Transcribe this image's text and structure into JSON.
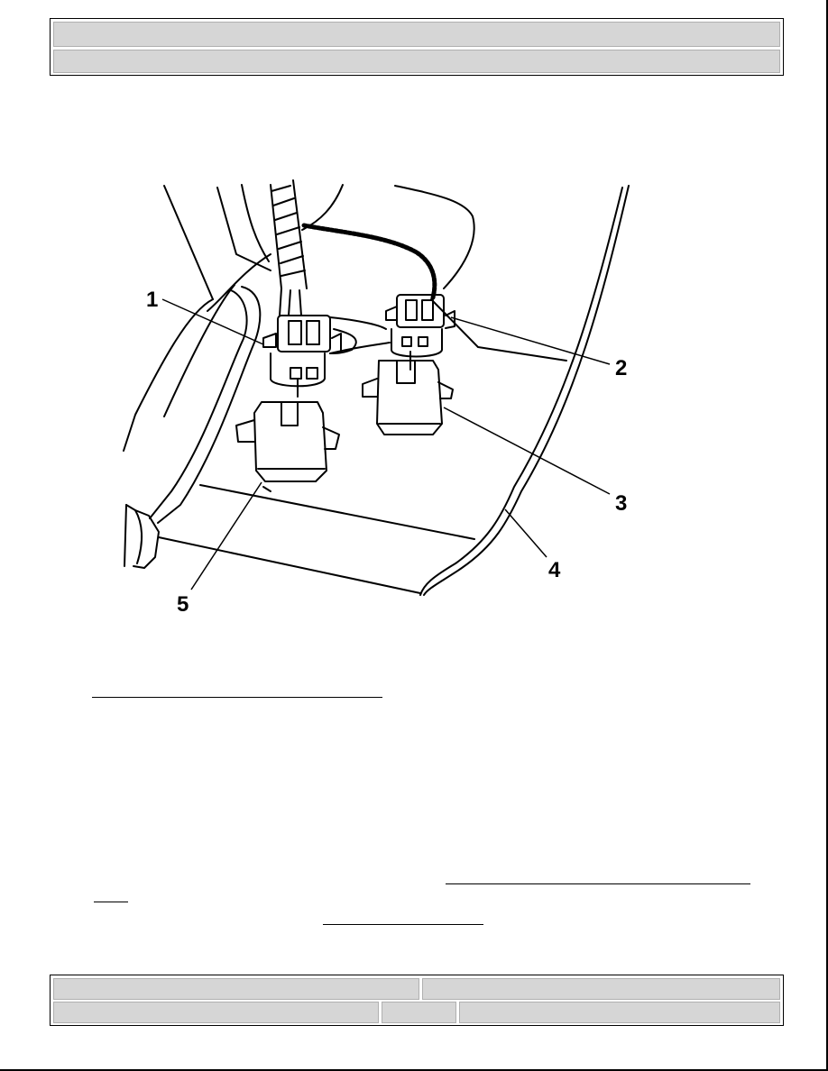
{
  "header": {
    "title": "",
    "subtitle": ""
  },
  "figure": {
    "callouts": [
      {
        "number": "1"
      },
      {
        "number": "2"
      },
      {
        "number": "3"
      },
      {
        "number": "4"
      },
      {
        "number": "5"
      }
    ]
  },
  "body": {
    "figure_link": "",
    "paragraph_link_1": "",
    "paragraph_link_1_cont": "",
    "paragraph_link_2": ""
  },
  "footer": {
    "left_top": "",
    "right_top": "",
    "left_bottom": "",
    "middle_bottom": "",
    "right_bottom": ""
  }
}
